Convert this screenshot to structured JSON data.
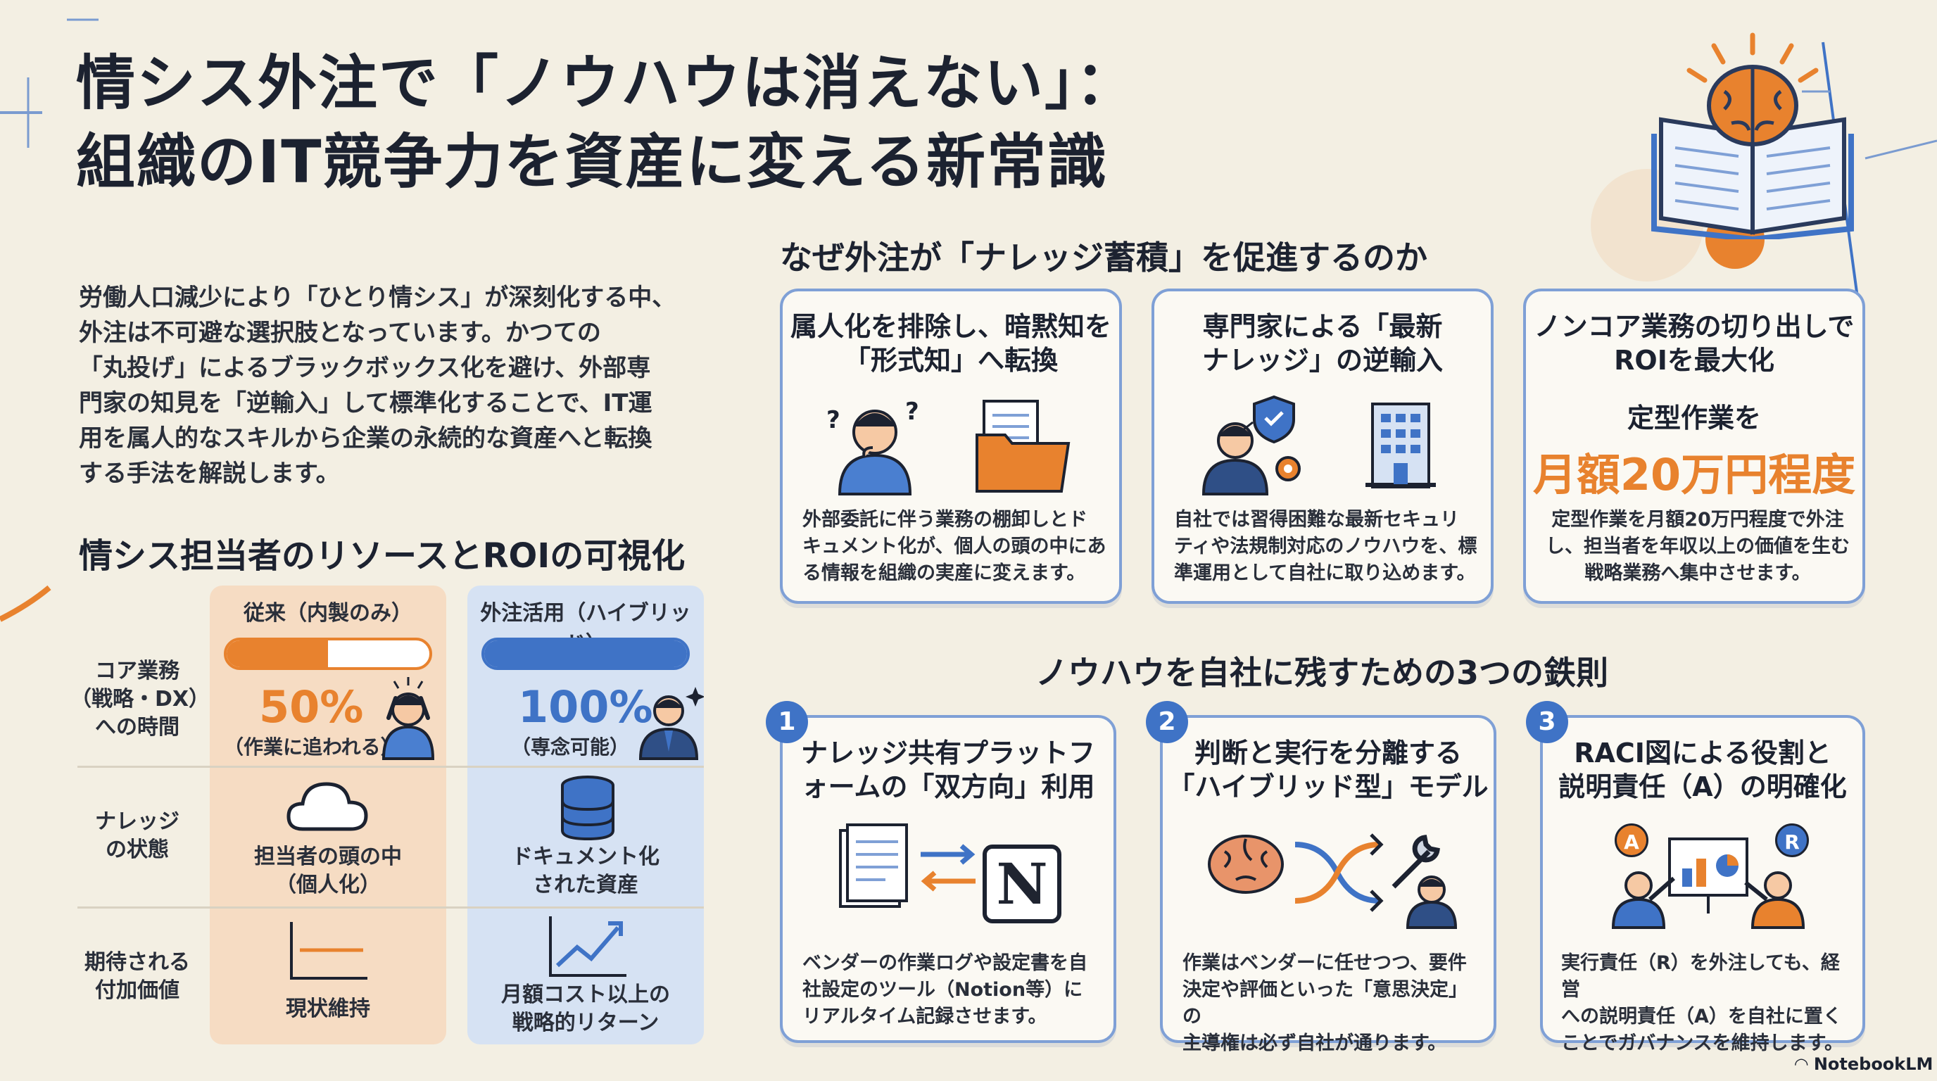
{
  "title": {
    "line1": "情シス外注で「ノウハウは消えない」：",
    "line2": "組織のIT競争力を資産に変える新常識"
  },
  "intro": {
    "line1": "労働人口減少により「ひとり情シス」が深刻化する中、",
    "line2": "外注は不可避な選択肢となっています。かつての",
    "line3": "「丸投げ」によるブラックボックス化を避け、外部専",
    "line4": "門家の知見を「逆輸入」して標準化することで、IT運",
    "line5": "用を属人的なスキルから企業の永続的な資産へと転換",
    "line6": "する手法を解説します。"
  },
  "roi": {
    "title": "情シス担当者のリソースとROIの可視化",
    "col_traditional": "従来（内製のみ）",
    "col_hybrid": "外注活用（ハイブリッド）",
    "row1_label": [
      "コア業務",
      "（戦略・DX）",
      "への時間"
    ],
    "row2_label": [
      "ナレッジ",
      "の状態"
    ],
    "row3_label": [
      "期待される",
      "付加価値"
    ],
    "traditional_core_value": "50%",
    "traditional_core_fraction": 0.5,
    "traditional_core_note": "（作業に追われる）",
    "hybrid_core_value": "100%",
    "hybrid_core_fraction": 1.0,
    "hybrid_core_note": "（専念可能）",
    "traditional_knowledge": [
      "担当者の頭の中",
      "（個人化）"
    ],
    "hybrid_knowledge": [
      "ドキュメント化",
      "された資産"
    ],
    "traditional_value": "現状維持",
    "hybrid_value": [
      "月額コスト以上の",
      "戦略的リターン"
    ],
    "colors": {
      "orange": "#e8822e",
      "blue": "#3f73c6",
      "orange_bg": "#f6dcc3",
      "blue_bg": "#d6e2f3"
    }
  },
  "why": {
    "title": "なぜ外注が「ナレッジ蓄積」を促進するのか",
    "cards": [
      {
        "title": [
          "属人化を排除し、暗黙知を",
          "「形式知」へ転換"
        ],
        "body": [
          "外部委託に伴う業務の棚卸しとド",
          "キュメント化が、個人の頭の中にあ",
          "る情報を組織の実産に変えます。"
        ]
      },
      {
        "title": [
          "専門家による「最新",
          "ナレッジ」の逆輸入"
        ],
        "body": [
          "自社では習得困難な最新セキュリ",
          "ティや法規制対応のノウハウを、標",
          "準運用として自社に取り込めます。"
        ]
      },
      {
        "title": [
          "ノンコア業務の切り出しで",
          "ROIを最大化"
        ],
        "sub": "定型作業を",
        "highlight": "月額20万円程度",
        "body": [
          "定型作業を月額20万円程度で外注",
          "し、担当者を年収以上の価値を生む",
          "戦略業務へ集中させます。"
        ]
      }
    ]
  },
  "rules": {
    "title": "ノウハウを自社に残すための3つの鉄則",
    "cards": [
      {
        "num": "1",
        "title": [
          "ナレッジ共有プラットフ",
          "ォームの「双方向」利用"
        ],
        "body": [
          "ベンダーの作業ログや設定書を自",
          "社設定のツール（Notion等）に",
          "リアルタイム記録させます。"
        ],
        "logo": "N"
      },
      {
        "num": "2",
        "title": [
          "判断と実行を分離する",
          "「ハイブリッド型」モデル"
        ],
        "body": [
          "作業はベンダーに任せつつ、要件",
          "決定や評価といった「意思決定」の",
          "主導権は必ず自社が通ります。"
        ]
      },
      {
        "num": "3",
        "title": [
          "RACI図による役割と",
          "説明責任（A）の明確化"
        ],
        "body": [
          "実行責任（R）を外注しても、経営",
          "への説明責任（A）を自社に置く",
          "ことでガバナンスを維持します。"
        ],
        "badge_a": "A",
        "badge_r": "R"
      }
    ]
  },
  "footer": {
    "brand": "NotebookLM"
  }
}
